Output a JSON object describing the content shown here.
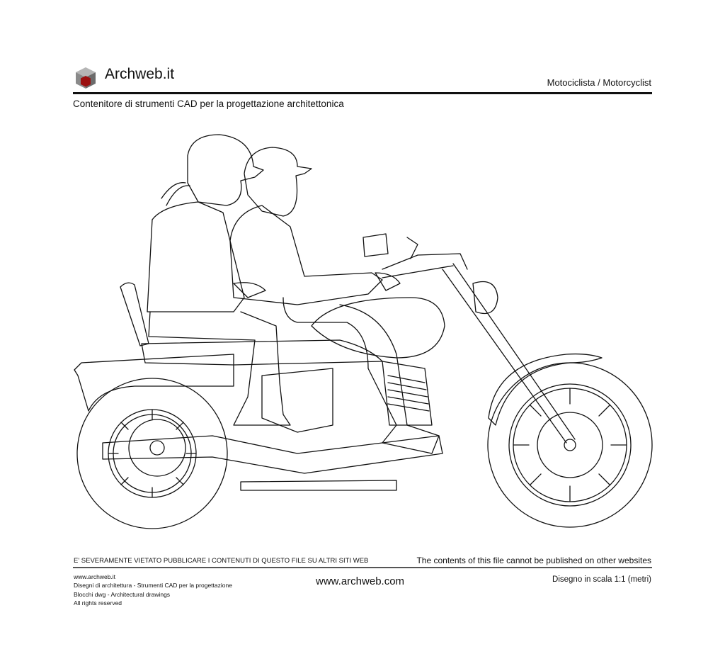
{
  "header": {
    "logo_text": "Archweb.it",
    "sheet_title": "Motociclista  /  Motorcyclist",
    "subtitle": "Contenitore di strumenti CAD per la progettazione architettonica"
  },
  "notices": {
    "italian": "E' SEVERAMENTE VIETATO PUBBLICARE I CONTENUTI DI QUESTO FILE SU ALTRI SITI WEB",
    "english": "The contents of this file cannot be published on other websites"
  },
  "footer": {
    "lines": [
      "www.archweb.it",
      "Disegni di architettura - Strumenti CAD  per la progettazione",
      "Blocchi dwg - Architectural drawings",
      "All rights reserved"
    ],
    "center_url": "www.archweb.com",
    "scale": "Disegno in scala 1:1 (metri)"
  },
  "colors": {
    "logo_red": "#9b1010",
    "logo_grey": "#8a8a8a",
    "ink": "#111111"
  }
}
